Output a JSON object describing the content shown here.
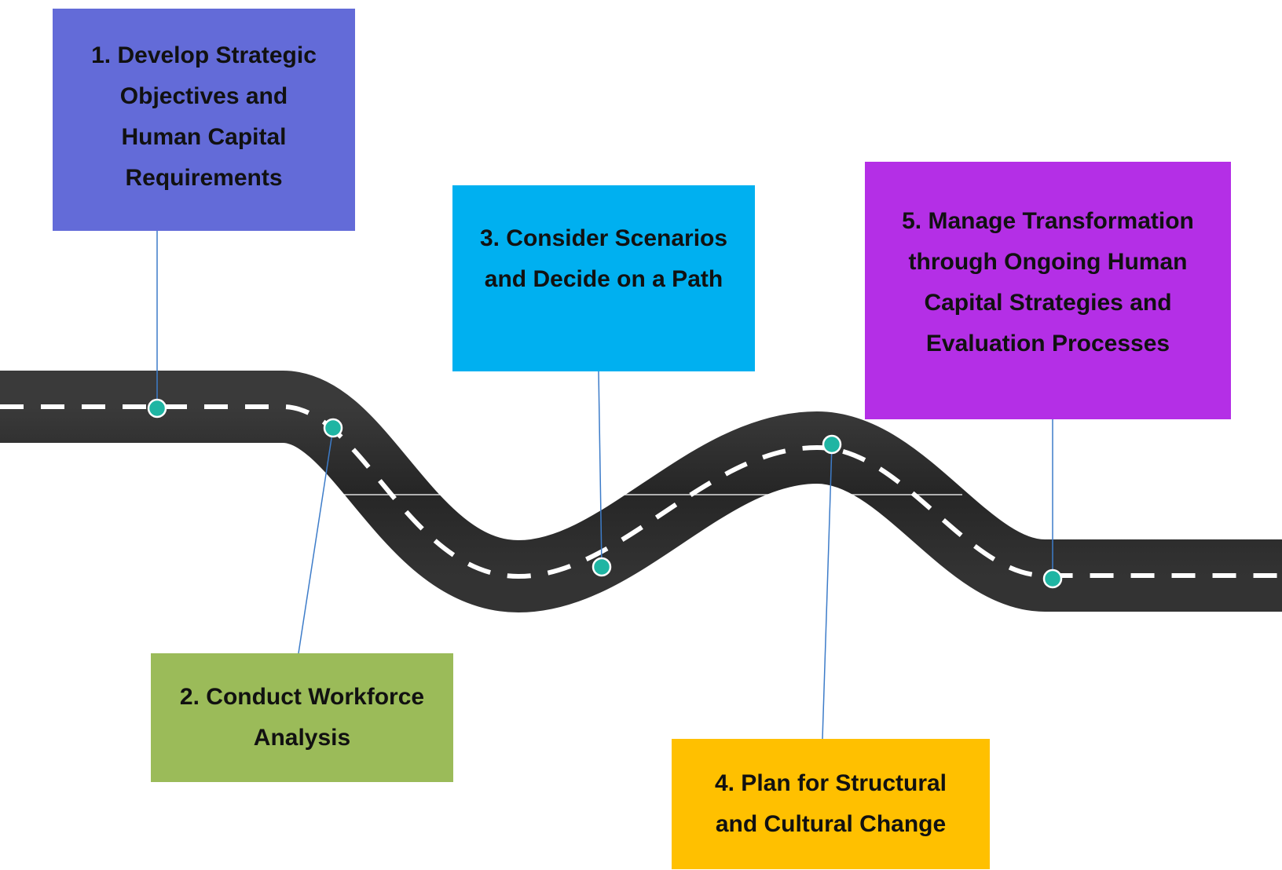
{
  "steps": [
    {
      "id": "1",
      "text": "1. Develop Strategic\nObjectives and\nHuman Capital\nRequirements",
      "color": "#636bd8"
    },
    {
      "id": "2",
      "text": "2. Conduct Workforce\nAnalysis",
      "color": "#9bbb59"
    },
    {
      "id": "3",
      "text": "3.  Consider  Scenarios\nand Decide on a Path",
      "color": "#00b0f0"
    },
    {
      "id": "4",
      "text": "4. Plan for Structural\nand Cultural Change",
      "color": "#ffc000"
    },
    {
      "id": "5",
      "text": "5. Manage Transformation\nthrough Ongoing Human\nCapital Strategies and\nEvaluation Processes",
      "color": "#b42fe6"
    }
  ],
  "colors": {
    "road": "#2b2b2b",
    "lane_marking": "#ffffff",
    "milestone": "#1fb5a3",
    "connector": "#3d7cc9"
  }
}
